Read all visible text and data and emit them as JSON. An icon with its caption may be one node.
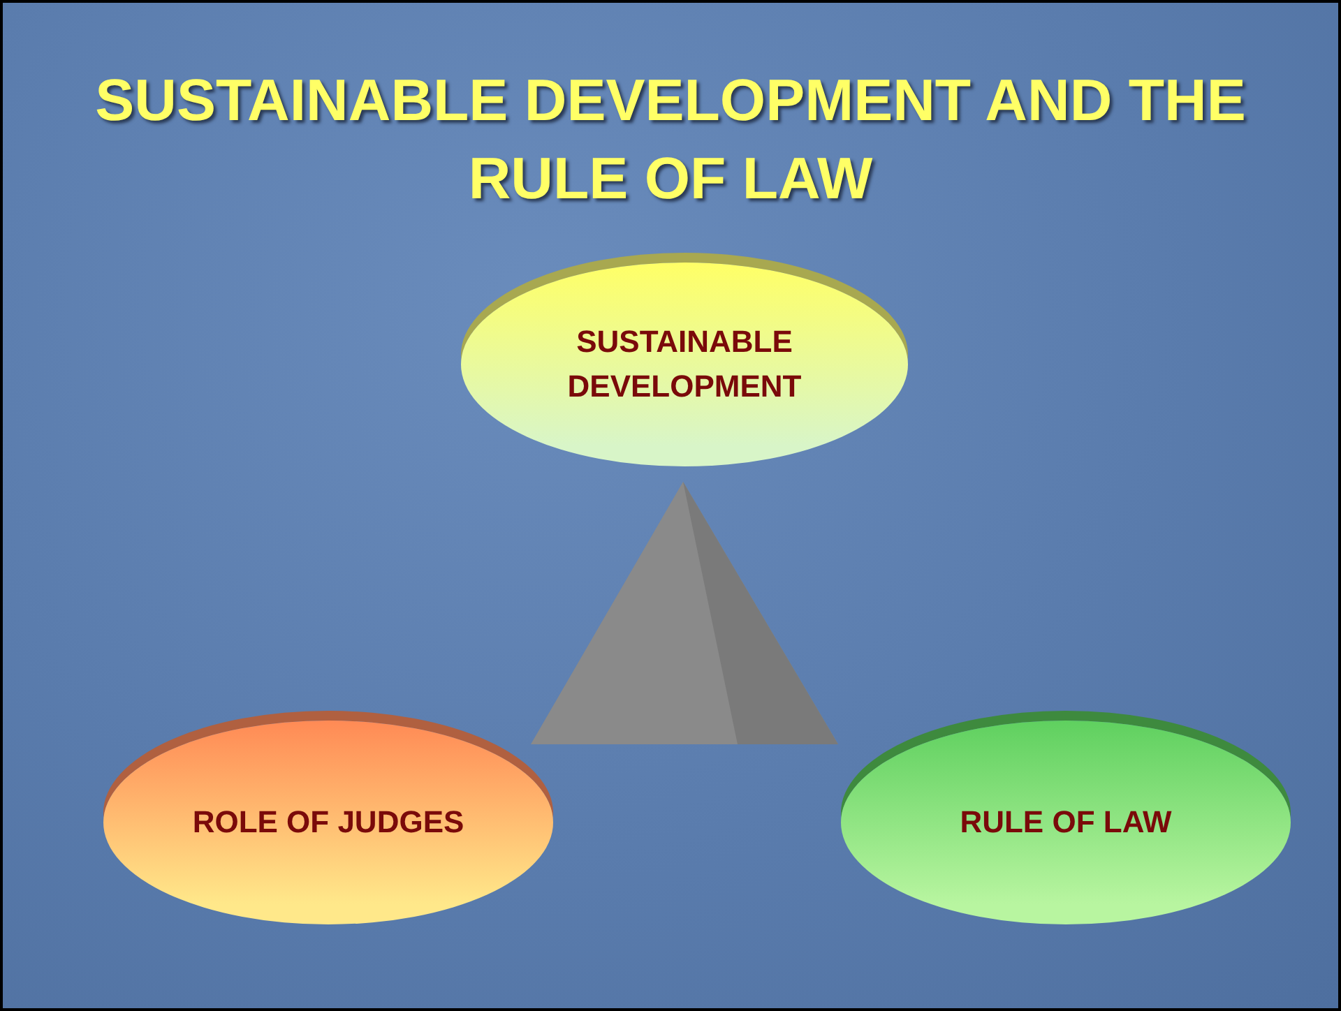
{
  "diagram": {
    "title": "SUSTAINABLE DEVELOPMENT AND THE RULE OF LAW",
    "nodes": [
      {
        "text": [
          "SUSTAINABLE DEVELOPMENT"
        ]
      },
      {
        "text": [
          "ROLE OF JUDGES"
        ]
      },
      {
        "text": [
          "RULE OF LAW"
        ]
      }
    ],
    "edges": []
  }
}
